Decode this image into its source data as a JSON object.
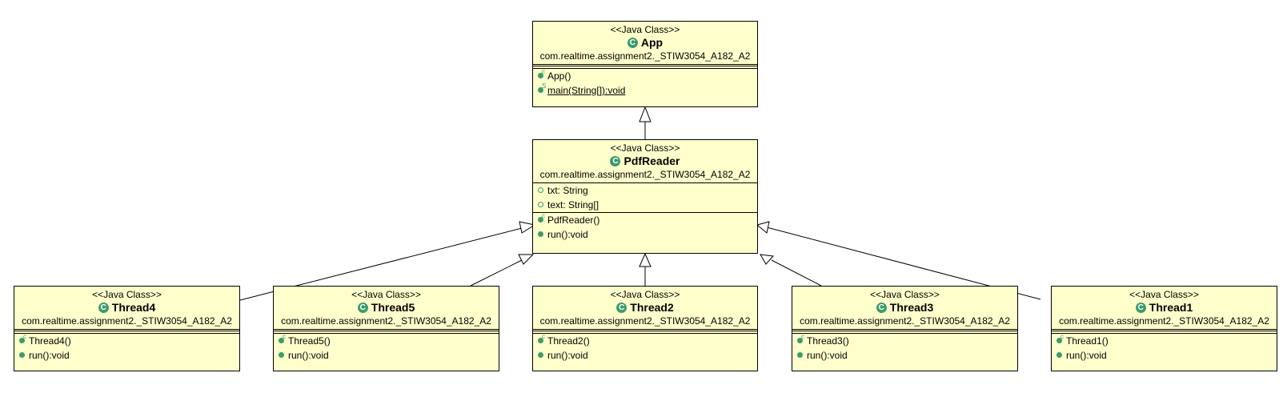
{
  "stereotype": "<<Java Class>>",
  "classes": {
    "app": {
      "name": "App",
      "package": "com.realtime.assignment2._STIW3054_A182_A2",
      "methods": [
        {
          "sig": "App()",
          "mod": "c",
          "static": false
        },
        {
          "sig": "main(String[]):void",
          "mod": "S",
          "static": true
        }
      ]
    },
    "pdfreader": {
      "name": "PdfReader",
      "package": "com.realtime.assignment2._STIW3054_A182_A2",
      "fields": [
        {
          "sig": "txt: String"
        },
        {
          "sig": "text: String[]"
        }
      ],
      "methods": [
        {
          "sig": "PdfReader()",
          "mod": "c"
        },
        {
          "sig": "run():void",
          "mod": ""
        }
      ]
    },
    "thread4": {
      "name": "Thread4",
      "package": "com.realtime.assignment2._STIW3054_A182_A2",
      "methods": [
        {
          "sig": "Thread4()",
          "mod": "c"
        },
        {
          "sig": "run():void",
          "mod": ""
        }
      ]
    },
    "thread5": {
      "name": "Thread5",
      "package": "com.realtime.assignment2._STIW3054_A182_A2",
      "methods": [
        {
          "sig": "Thread5()",
          "mod": "c"
        },
        {
          "sig": "run():void",
          "mod": ""
        }
      ]
    },
    "thread2": {
      "name": "Thread2",
      "package": "com.realtime.assignment2._STIW3054_A182_A2",
      "methods": [
        {
          "sig": "Thread2()",
          "mod": "c"
        },
        {
          "sig": "run():void",
          "mod": ""
        }
      ]
    },
    "thread3": {
      "name": "Thread3",
      "package": "com.realtime.assignment2._STIW3054_A182_A2",
      "methods": [
        {
          "sig": "Thread3()",
          "mod": "c"
        },
        {
          "sig": "run():void",
          "mod": ""
        }
      ]
    },
    "thread1": {
      "name": "Thread1",
      "package": "com.realtime.assignment2._STIW3054_A182_A2",
      "methods": [
        {
          "sig": "Thread1()",
          "mod": "c"
        },
        {
          "sig": "run():void",
          "mod": ""
        }
      ]
    }
  },
  "icons": {
    "class_icon": "class-c-icon",
    "class_icon_glyph": "C",
    "constructor_mark": "c",
    "static_mark": "S"
  },
  "colors": {
    "box_fill": "#ffffcc",
    "icon_green": "#3c9b6b",
    "line": "#000000"
  },
  "relations": [
    {
      "from": "PdfReader",
      "to": "App",
      "type": "generalization"
    },
    {
      "from": "Thread4",
      "to": "PdfReader",
      "type": "generalization"
    },
    {
      "from": "Thread5",
      "to": "PdfReader",
      "type": "generalization"
    },
    {
      "from": "Thread2",
      "to": "PdfReader",
      "type": "generalization"
    },
    {
      "from": "Thread3",
      "to": "PdfReader",
      "type": "generalization"
    },
    {
      "from": "Thread1",
      "to": "PdfReader",
      "type": "generalization"
    }
  ]
}
